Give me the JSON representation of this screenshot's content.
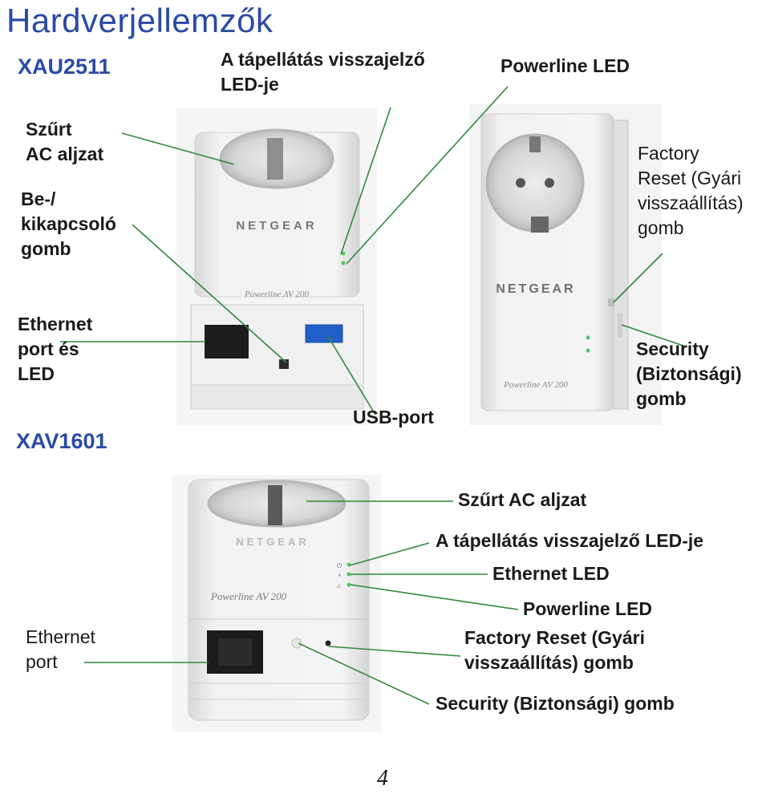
{
  "page": {
    "title": "Hardverjellemzők",
    "page_number": "4"
  },
  "xau2511": {
    "model": "XAU2511",
    "labels": {
      "filtered_ac": "Szűrt\nAC aljzat",
      "power_switch": "Be-/\nkikapcsoló\ngomb",
      "ethernet_port_led": "Ethernet\nport és\nLED",
      "power_led": "A tápellátás visszajelző\nLED-je",
      "powerline_led": "Powerline LED",
      "factory_reset": "Factory\nReset (Gyári\nvisszaállítás)\ngomb",
      "security": "Security\n(Biztonsági)\ngomb",
      "usb_port": "USB-port"
    }
  },
  "xav1601": {
    "model": "XAV1601",
    "labels": {
      "filtered_ac": "Szűrt AC aljzat",
      "power_led": "A tápellátás visszajelző LED-je",
      "ethernet_led": "Ethernet LED",
      "powerline_led": "Powerline LED",
      "factory_reset": "Factory Reset (Gyári\nvisszaállítás) gomb",
      "security": "Security (Biztonsági) gomb",
      "ethernet_port": "Ethernet\nport"
    }
  },
  "device_text": {
    "brand": "NETGEAR",
    "product": "Powerline AV 200"
  },
  "colors": {
    "title": "#2b4aa3",
    "leader_line": "#2f8a3c",
    "device_body": "#ebebeb",
    "led": "#5cc55c"
  }
}
